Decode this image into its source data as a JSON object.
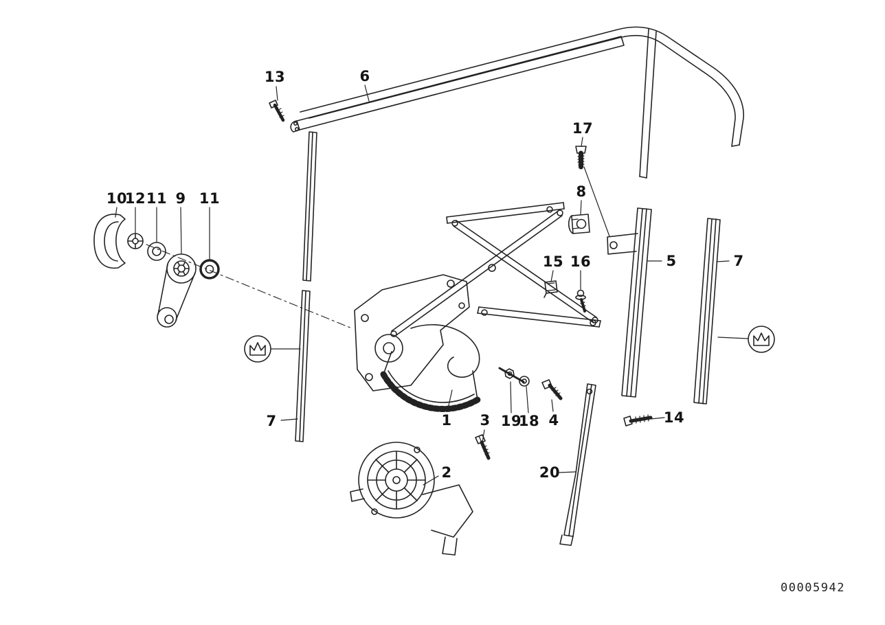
{
  "diagram": {
    "type": "exploded-parts-diagram",
    "subject": "door-window-lifting-mechanism",
    "drawing_number": "00005942",
    "line_color": "#222222",
    "icons": {
      "brand_logo": "crown-in-circle"
    },
    "part_labels": [
      {
        "text": "13"
      },
      {
        "text": "6"
      },
      {
        "text": "17"
      },
      {
        "text": "8"
      },
      {
        "text": "10"
      },
      {
        "text": "12"
      },
      {
        "text": "11"
      },
      {
        "text": "9"
      },
      {
        "text": "11"
      },
      {
        "text": "15"
      },
      {
        "text": "16"
      },
      {
        "text": "5"
      },
      {
        "text": "7"
      },
      {
        "text": "7"
      },
      {
        "text": "1"
      },
      {
        "text": "3"
      },
      {
        "text": "19"
      },
      {
        "text": "18"
      },
      {
        "text": "4"
      },
      {
        "text": "14"
      },
      {
        "text": "2"
      },
      {
        "text": "20"
      }
    ]
  }
}
